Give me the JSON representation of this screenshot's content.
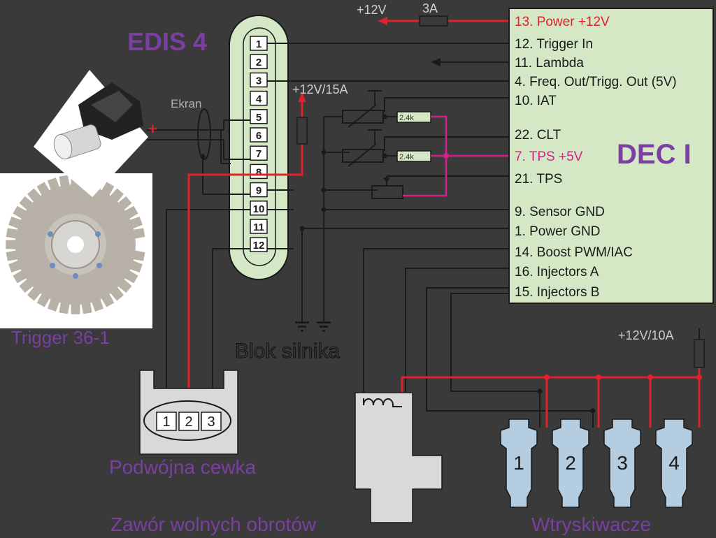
{
  "edis_label": "EDIS 4",
  "dec_label": "DEC I",
  "trigger_label": "Trigger 36-1",
  "ekran_label": "Ekran",
  "plus_sign": "+",
  "blok_label": "Blok silnika",
  "coil_label": "Podwójna cewka",
  "iac_label": "Zawór wolnych obrotów",
  "injectors_label": "Wtryskiwacze",
  "fuse_12v_label": "+12V",
  "fuse_3a_label": "3A",
  "fuse_15a_label": "+12V/15A",
  "fuse_10a_label": "+12V/10A",
  "resistor_label": "2.4k",
  "edis_pins": [
    "1",
    "2",
    "3",
    "4",
    "5",
    "6",
    "7",
    "8",
    "9",
    "10",
    "11",
    "12"
  ],
  "coil_pins": [
    "1",
    "2",
    "3"
  ],
  "injector_numbers": [
    "1",
    "2",
    "3",
    "4"
  ],
  "dec_pins": [
    {
      "label": "13. Power +12V",
      "color": "#e0202a"
    },
    {
      "label": "12. Trigger In",
      "color": "#1a1a1a"
    },
    {
      "label": "11. Lambda",
      "color": "#1a1a1a"
    },
    {
      "label": "4. Freq. Out/Trigg. Out (5V)",
      "color": "#1a1a1a"
    },
    {
      "label": "10. IAT",
      "color": "#1a1a1a"
    },
    {
      "label": "22. CLT",
      "color": "#1a1a1a"
    },
    {
      "label": "7. TPS +5V",
      "color": "#d4208a"
    },
    {
      "label": "21. TPS",
      "color": "#1a1a1a"
    },
    {
      "label": "9. Sensor GND",
      "color": "#1a1a1a"
    },
    {
      "label": "1. Power GND",
      "color": "#1a1a1a"
    },
    {
      "label": "14. Boost PWM/IAC",
      "color": "#1a1a1a"
    },
    {
      "label": "16. Injectors A",
      "color": "#1a1a1a"
    },
    {
      "label": "15. Injectors B",
      "color": "#1a1a1a"
    }
  ],
  "colors": {
    "title": "#7a3fa0",
    "wire": "#1a1a1a",
    "red": "#e0202a",
    "magenta": "#d4208a",
    "box": "#d5e8c6"
  }
}
